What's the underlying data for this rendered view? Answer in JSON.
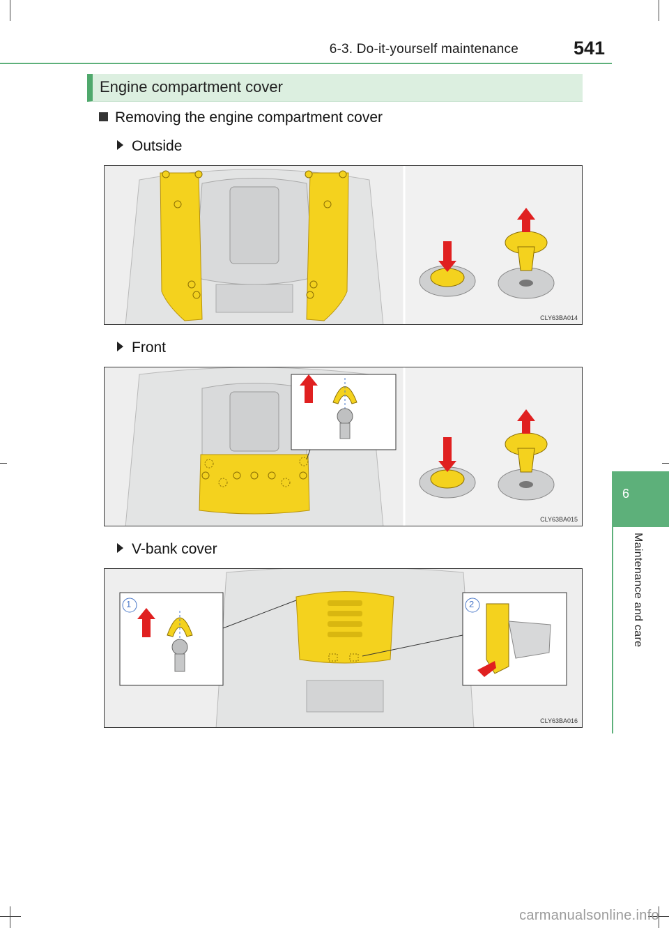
{
  "header": {
    "section": "6-3. Do-it-yourself maintenance",
    "page_number": "541"
  },
  "section_title": "Engine compartment cover",
  "subheading": "Removing the engine compartment cover",
  "items": [
    {
      "label": "Outside",
      "figure_code": "CLY63BA014"
    },
    {
      "label": "Front",
      "figure_code": "CLY63BA015"
    },
    {
      "label": "V-bank cover",
      "figure_code": "CLY63BA016"
    }
  ],
  "callouts": {
    "one": "1",
    "two": "2"
  },
  "side_tab": {
    "chapter_number": "6",
    "chapter_label": "Maintenance and care"
  },
  "watermark": "carmanualsonline.info",
  "colors": {
    "accent_green": "#5db07a",
    "section_bg": "#dcefe0",
    "part_yellow": "#f4d21e",
    "arrow_red": "#e02020"
  }
}
